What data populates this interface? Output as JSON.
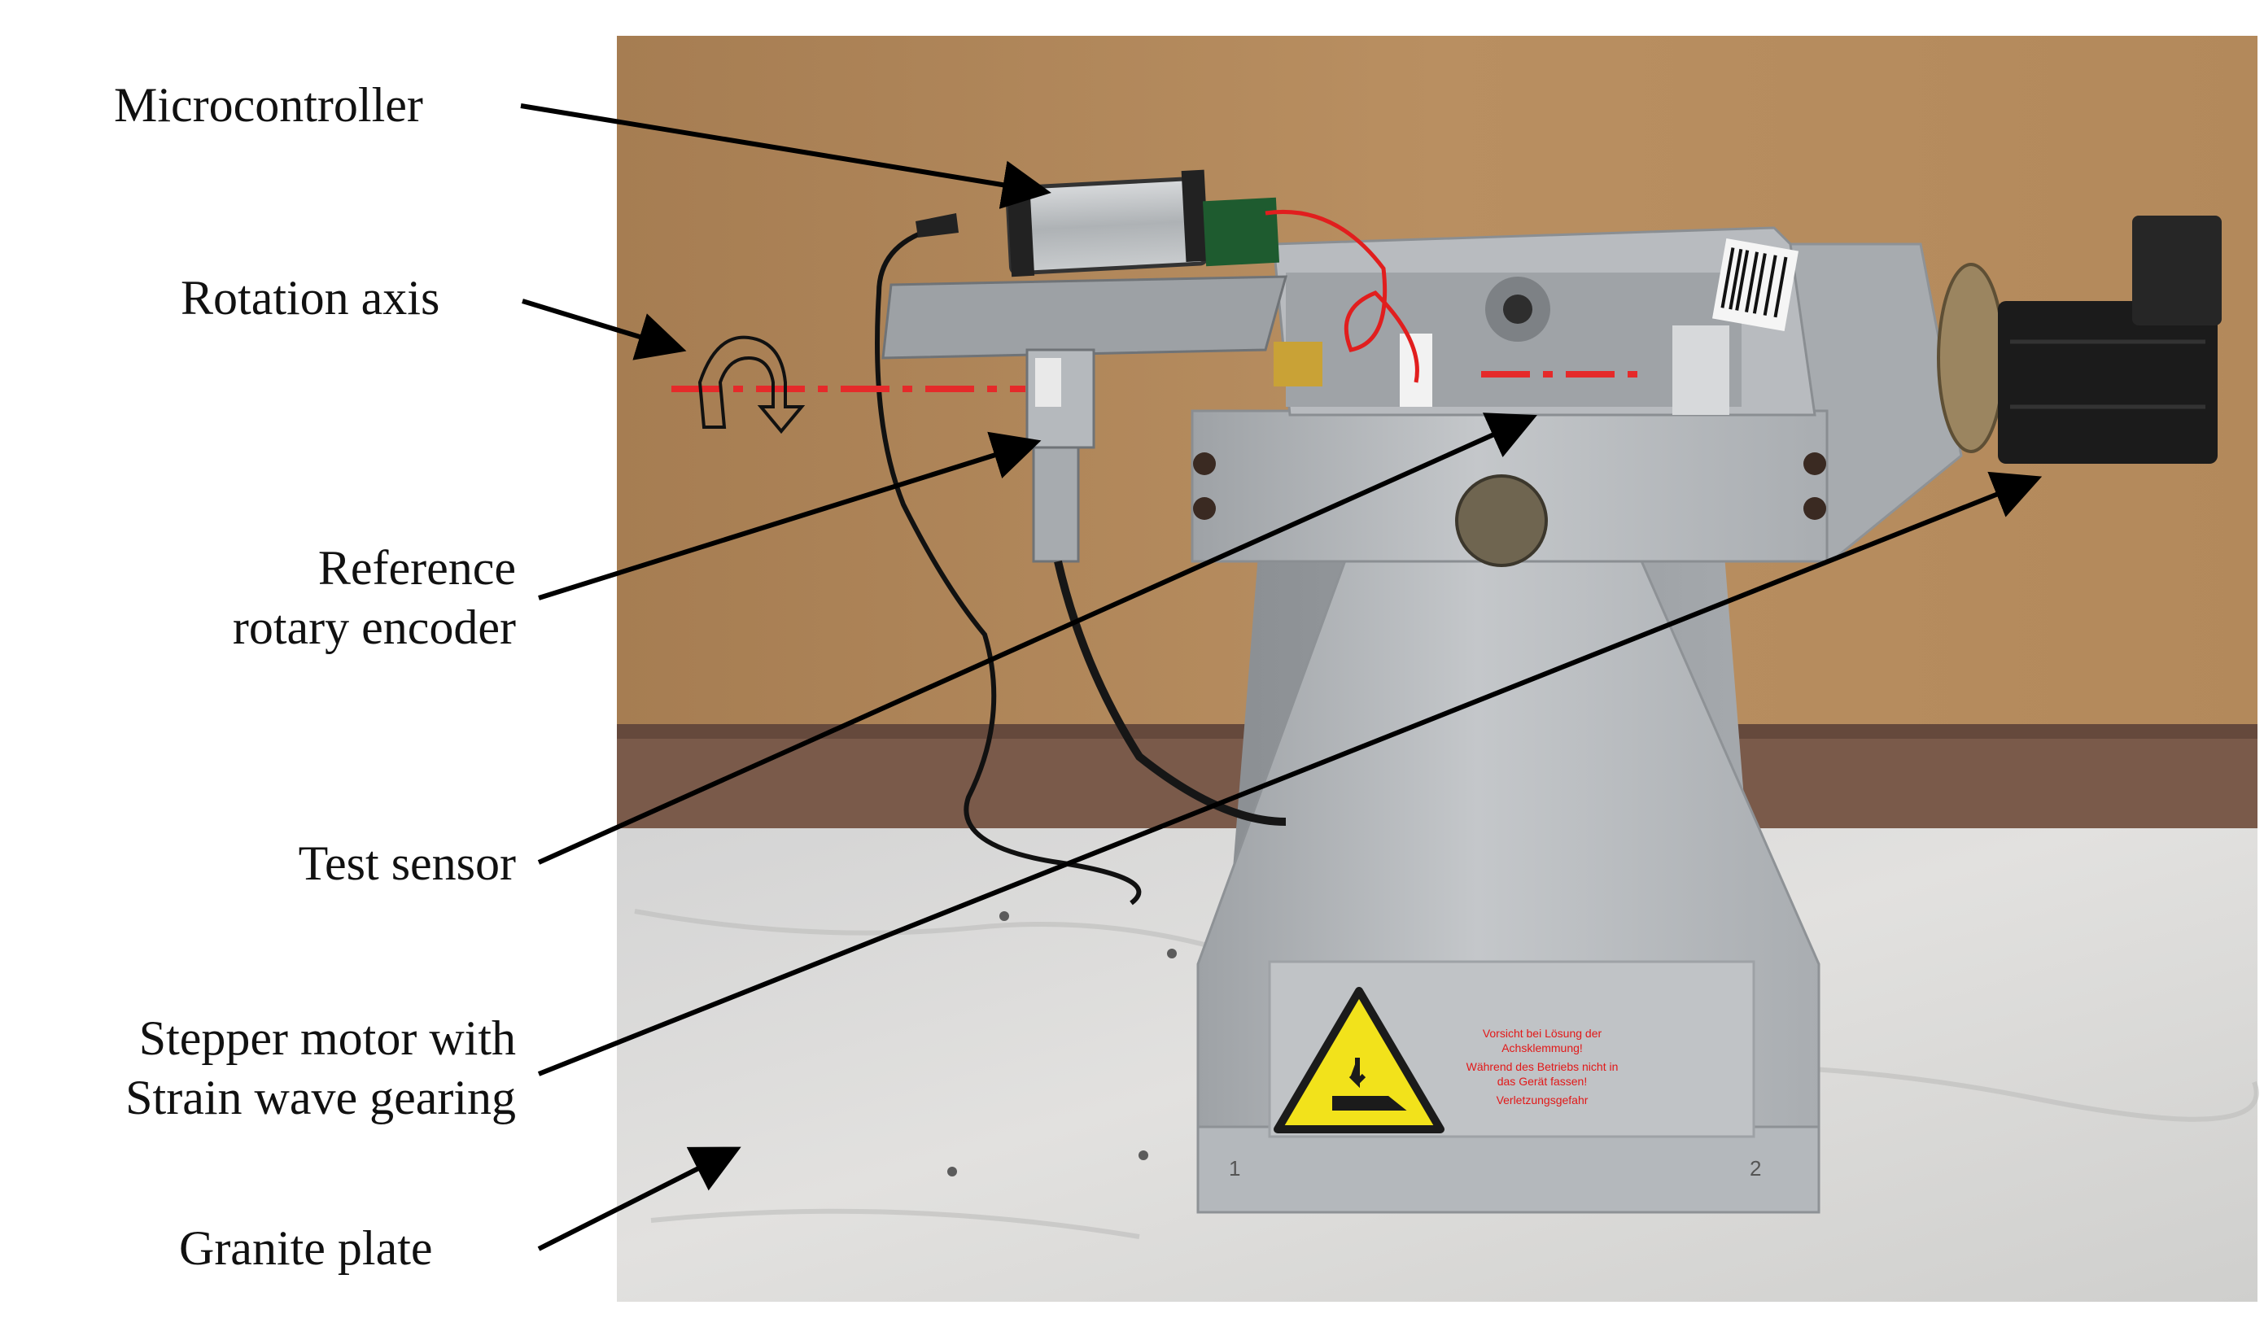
{
  "labels": {
    "microcontroller": "Microcontroller",
    "rotation_axis": "Rotation axis",
    "reference_encoder_line1": "Reference",
    "reference_encoder_line2": "rotary encoder",
    "test_sensor": "Test sensor",
    "stepper_line1": "Stepper motor with",
    "stepper_line2": "Strain wave gearing",
    "granite_plate": "Granite plate"
  },
  "warning_sign": {
    "line1": "Vorsicht bei Lösung der Achsklemmung!",
    "line2": "Während des Betriebs nicht in das Gerät fassen!",
    "line3": "Verletzungsgefahr"
  },
  "colors": {
    "axis_line": "#e52a2a",
    "cardboard": "#b5895a",
    "aluminum": "#b8bcc0",
    "granite": "#d9d9d8",
    "warning_yellow": "#f2e21b",
    "warning_text": "#e21818",
    "motor_black": "#1b1b1b",
    "annotation_arrow": "#000000"
  }
}
